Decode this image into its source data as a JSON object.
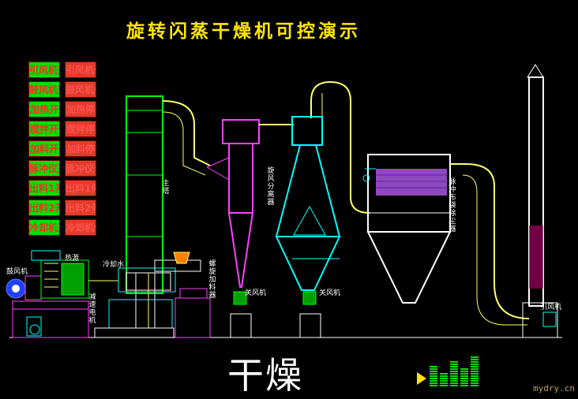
{
  "title": "旋转闪蒸干燥机可控演示",
  "controls": [
    {
      "on": "引风机开",
      "off": "引风机停"
    },
    {
      "on": "鼓风机开",
      "off": "鼓风机停"
    },
    {
      "on": "加热开",
      "off": "加热停"
    },
    {
      "on": "搅拌开",
      "off": "搅拌停"
    },
    {
      "on": "加料开",
      "off": "加料停"
    },
    {
      "on": "脉冲仪开",
      "off": "脉冲仪停"
    },
    {
      "on": "出料1开",
      "off": "出料1停"
    },
    {
      "on": "出料2开",
      "off": "出料2停"
    },
    {
      "on": "冷却机开",
      "off": "冷却机停"
    }
  ],
  "labels": {
    "blower": "鼓风机",
    "heat_source": "热源",
    "cooling_water": "冷却水",
    "main_tower": "主塔",
    "reducer_motor": "减速电机",
    "screw_feeder": "螺旋加料器",
    "cyclone": "旋风分离器",
    "lock_valve_1": "关风机",
    "lock_valve_2": "关风机",
    "bag_filter": "脉冲布袋除尘器",
    "induced_fan": "引风机"
  },
  "status": "干燥",
  "watermark": "mydry.cn",
  "colors": {
    "background": "#000000",
    "title": "#ffe600",
    "button_on": "#00e000",
    "button_off": "#e03c2a",
    "tower": "#00ff00",
    "duct": "#ffff66",
    "cyclone_1": "#ff40ff",
    "cyclone_2": "#00ffff",
    "filter_bags": "#c060ff"
  }
}
